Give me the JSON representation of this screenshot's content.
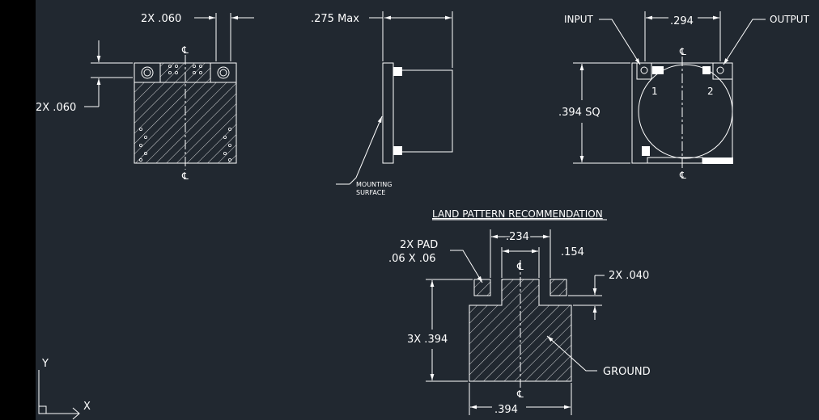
{
  "colors": {
    "background": "#212830",
    "margin": "#000000",
    "ink": "#ffffff"
  },
  "centerline_symbol": "℄",
  "top_view": {
    "pad_label": "2X .060",
    "side_label": "2X .060"
  },
  "side_view": {
    "max_label": ".275 Max",
    "mounting_label_line1": "MOUNTING",
    "mounting_label_line2": "SURFACE"
  },
  "right_view": {
    "input_label": "INPUT",
    "output_label": "OUTPUT",
    "spacing_label": ".294",
    "size_label": ".394 SQ",
    "port1": "1",
    "port2": "2"
  },
  "land_pattern": {
    "title": "LAND PATTERN RECOMMENDATION",
    "pad_label_line1": "2X PAD",
    "pad_label_line2": ".06 X .06",
    "dim_234": ".234",
    "dim_154": ".154",
    "dim_040": "2X .040",
    "dim_height": "3X .394",
    "dim_width": ".394",
    "ground_label": "GROUND"
  },
  "ucs": {
    "y_label": "Y",
    "x_label": "X"
  }
}
